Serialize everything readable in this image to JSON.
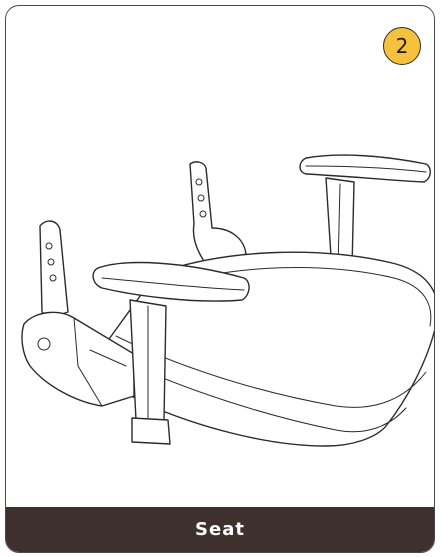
{
  "step": {
    "number": "2",
    "color": "#f6c23e"
  },
  "caption": {
    "text": "Seat",
    "bar_color": "#3d302d"
  },
  "illustration": {
    "subject": "chair-seat-with-armrests-illustration"
  }
}
